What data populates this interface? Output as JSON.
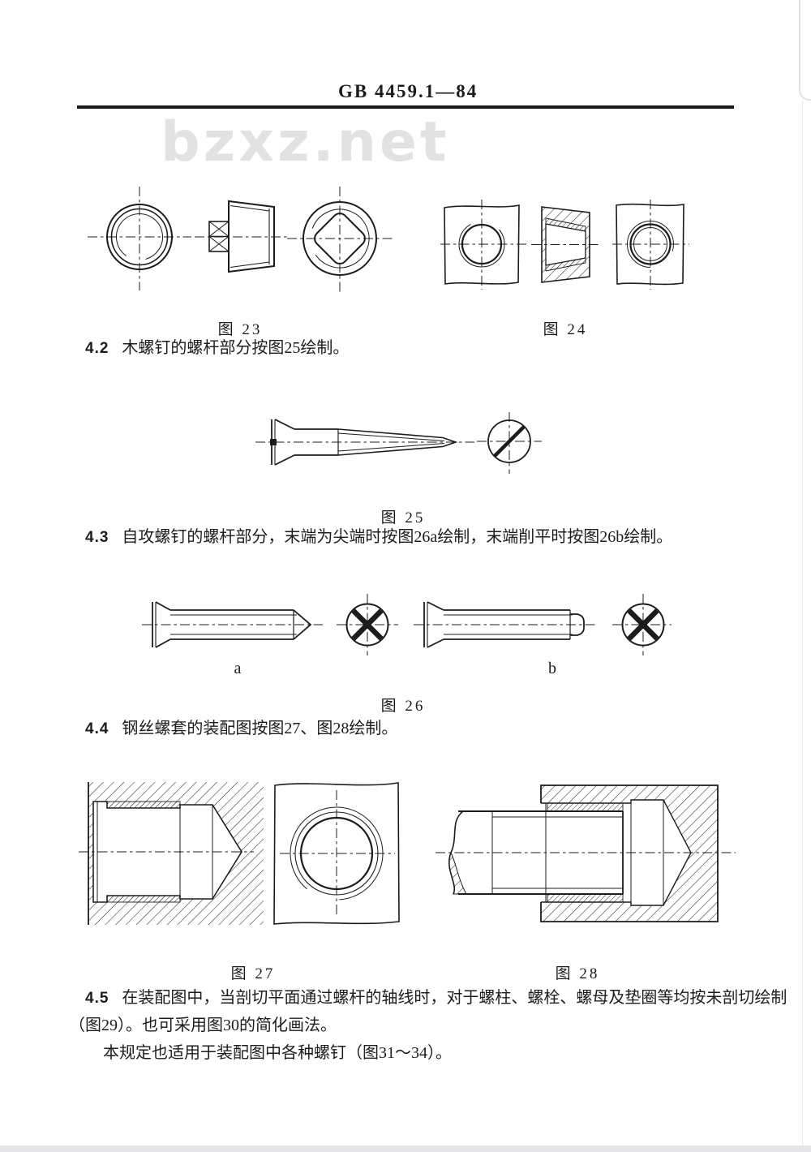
{
  "header": {
    "standard_number": "GB 4459.1—84"
  },
  "watermark": {
    "text": "bzxz.net"
  },
  "sections": {
    "s42": {
      "number": "4.2",
      "text": "木螺钉的螺杆部分按图25绘制。"
    },
    "s43": {
      "number": "4.3",
      "text": "自攻螺钉的螺杆部分，末端为尖端时按图26a绘制，末端削平时按图26b绘制。"
    },
    "s44": {
      "number": "4.4",
      "text": "钢丝螺套的装配图按图27、图28绘制。"
    },
    "s45": {
      "number": "4.5",
      "line1": "在装配图中，当剖切平面通过螺杆的轴线时，对于螺柱、螺栓、螺母及垫圈等均按未剖切绘制",
      "line2": "（图29）。也可采用图30的简化画法。",
      "line3": "本规定也适用于装配图中各种螺钉（图31～34）。"
    }
  },
  "figures": {
    "fig23": {
      "caption": "图 23"
    },
    "fig24": {
      "caption": "图 24"
    },
    "fig25": {
      "caption": "图 25"
    },
    "fig26": {
      "caption": "图 26",
      "label_a": "a",
      "label_b": "b"
    },
    "fig27": {
      "caption": "图 27"
    },
    "fig28": {
      "caption": "图 28"
    }
  },
  "colors": {
    "ink": "#1c1c1c",
    "paper": "#ffffff",
    "watermark": "#e2e2e2"
  }
}
